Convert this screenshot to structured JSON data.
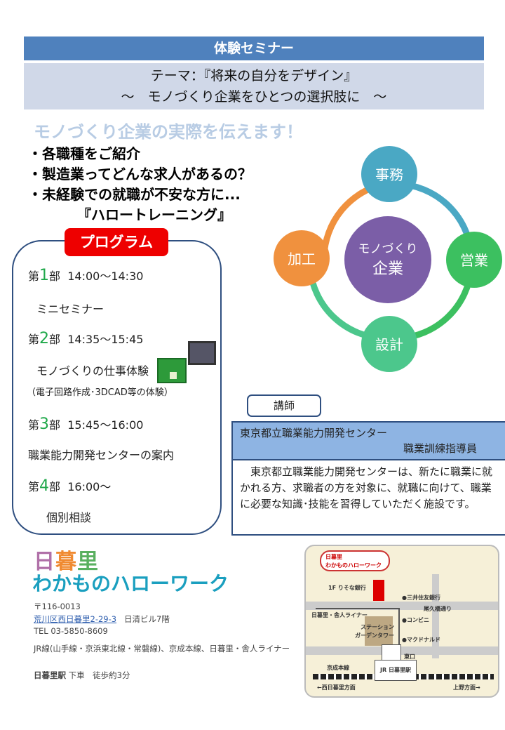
{
  "header": {
    "title": "体験セミナー"
  },
  "theme": {
    "line1": "テーマ：『将来の自分をデザイン』",
    "line2": "～　モノづくり企業をひとつの選択肢に　～"
  },
  "headline": "モノづくり企業の実際を伝えます！",
  "bullets": [
    "・各職種をご紹介",
    "・製造業ってどんな求人があるの？",
    "・未経験での就職が不安な方に...",
    "『ハロートレーニング』"
  ],
  "diagram": {
    "center": [
      "モノづくり",
      "企業"
    ],
    "nodes": [
      "事務",
      "営業",
      "設計",
      "加工"
    ],
    "colors": {
      "center": "#7b5ea7",
      "jimu": "#4aa8c4",
      "eigyo": "#3cc060",
      "sekkei": "#4cc78c",
      "kakou": "#f0913e"
    }
  },
  "program": {
    "label": "プログラム",
    "parts": [
      {
        "pre": "第",
        "num": "1",
        "post": "部",
        "time": "14:00～14:30",
        "desc": "ミニセミナー"
      },
      {
        "pre": "第",
        "num": "2",
        "post": "部",
        "time": "14:35～15:45",
        "desc": "モノづくりの仕事体験",
        "note": "（電子回路作成･3DCAD等の体験）"
      },
      {
        "pre": "第",
        "num": "3",
        "post": "部",
        "time": "15:45～16:00",
        "desc": "職業能力開発センターの案内"
      },
      {
        "pre": "第",
        "num": "4",
        "post": "部",
        "time": "16:00～",
        "desc": "個別相談"
      }
    ]
  },
  "lecturer": {
    "label": "講師",
    "org": "東京都立職業能力開発センター",
    "role": "職業訓練指導員",
    "desc": "　東京都立職業能力開発センターは、新たに職業に就かれる方、求職者の方を対象に、就職に向けて、職業に必要な知識･技能を習得していただく施設です。"
  },
  "footer": {
    "logo_line1": [
      "日",
      "暮",
      "里"
    ],
    "logo_line2": "わかものハローワーク",
    "postal": "〒116-0013",
    "address_link": "荒川区西日暮里2-29-3",
    "building": "日清ビル7階",
    "tel": "TEL 03-5850-8609",
    "access": "JR線(山手線・京浜東北線・常磐線)、京成本線、日暮里・舎人ライナー",
    "station": "日暮里駅",
    "station_rest": "下車　徒歩約3分"
  },
  "map": {
    "callout": [
      "日暮里",
      "わかものハローワーク"
    ],
    "bank": "1F りそな銀行",
    "mitsui": "●三井住友銀行",
    "street": "尾久橋通り",
    "liner": "日暮里・舎人ライナー",
    "conv": "●コンビニ",
    "tower": [
      "ステーション",
      "ガーデンタワー"
    ],
    "mcd": "●マクドナルド",
    "east": "東口",
    "keisei": "京成本線",
    "jr": "JR 日暮里駅",
    "west": "←西日暮里方面",
    "ueno": "上野方面→"
  }
}
